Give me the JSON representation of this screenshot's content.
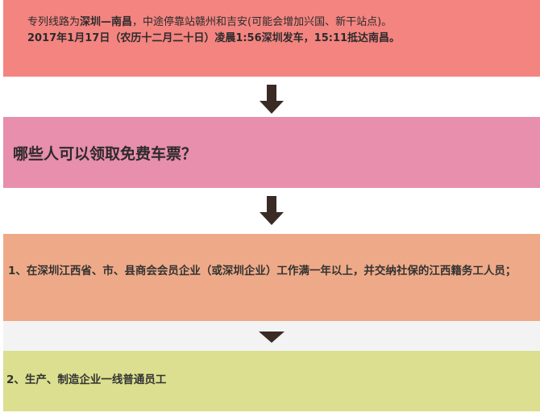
{
  "route_block": {
    "line1_prefix": "专列线路为",
    "line1_route": "深圳—南昌",
    "line1_suffix": "，中途停靠站赣州和吉安(可能会增加兴国、新干站点)。",
    "line2": "2017年1月17日（农历十二月二十日）凌晨1:56深圳发车，15:11抵达南昌。"
  },
  "question_block": {
    "title": "哪些人可以领取免费车票？"
  },
  "condition_1": {
    "text": "1、在深圳江西省、市、县商会会员企业（或深圳企业）工作满一年以上，并交纳社保的江西籍务工人员；"
  },
  "condition_2": {
    "text": "2、生产、制造企业一线普通员工"
  },
  "colors": {
    "route_bg": "#f48480",
    "question_bg": "#e78fad",
    "condition_1_bg": "#eeaa88",
    "condition_2_bg": "#dbdf8f",
    "arrow": "#3a2b25"
  },
  "icons": [
    "arrow-down-icon",
    "arrow-down-icon",
    "triangle-down-icon"
  ]
}
